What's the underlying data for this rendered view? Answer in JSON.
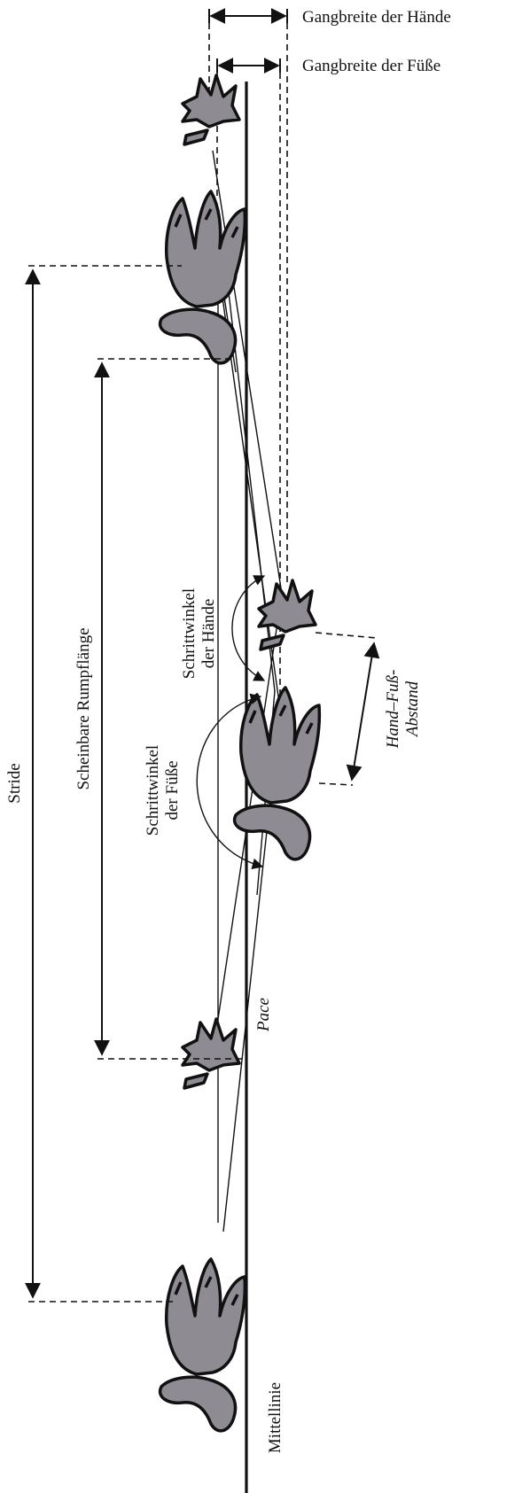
{
  "labels": {
    "gangbreite_haende": "Gangbreite der Hände",
    "gangbreite_fuesse": "Gangbreite der Füße",
    "stride": "Stride",
    "rumpflaenge": "Scheinbare Rumpflänge",
    "schrittwinkel_haende_1": "Schrittwinkel",
    "schrittwinkel_haende_2": "der Hände",
    "schrittwinkel_fuesse_1": "Schrittwinkel",
    "schrittwinkel_fuesse_2": "der Füße",
    "hand_fuss_1": "Hand–Fuß-",
    "hand_fuss_2": "Abstand",
    "pace": "Pace",
    "mittellinie": "Mittellinie"
  },
  "colors": {
    "print_fill": "#8e8b92",
    "ink": "#111111"
  }
}
